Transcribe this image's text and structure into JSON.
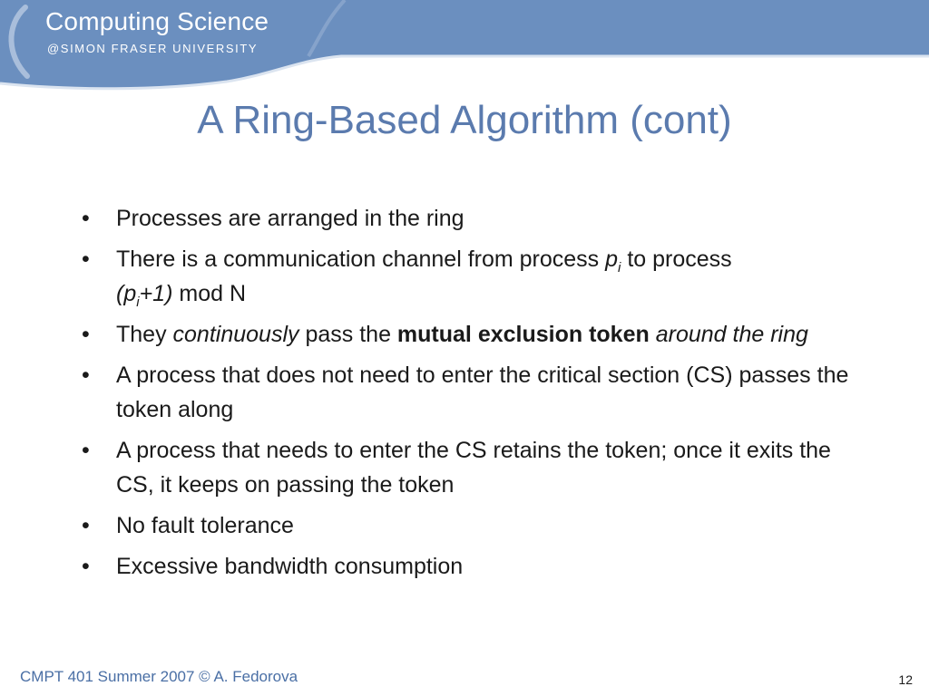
{
  "header": {
    "brand_title": "Computing Science",
    "brand_subtitle": "@SIMON FRASER UNIVERSITY",
    "banner_color": "#6b8fbf"
  },
  "slide": {
    "title": "A Ring-Based Algorithm (cont)",
    "bullet_glyph": "•",
    "b1": "Processes are arranged in the ring",
    "b2_pre": "There is a communication channel from process ",
    "b2_p": "p",
    "b2_sub": "i",
    "b2_mid": " to process ",
    "b2_paren_open": "(p",
    "b2_sub2": "i",
    "b2_paren_close": "+1)",
    "b2_end": " mod N",
    "b3_pre": "They ",
    "b3_italic": "continuously",
    "b3_mid": " pass the ",
    "b3_bold": "mutual exclusion token",
    "b3_space": " ",
    "b3_italic2": "around the ring",
    "b4": "A process that does not need to enter the critical section (CS) passes the token along",
    "b5": "A process that needs to enter the CS retains the token; once it exits the CS, it keeps on passing the token",
    "b6": "No fault tolerance",
    "b7": "Excessive bandwidth consumption"
  },
  "footer": {
    "course": "CMPT 401 Summer 2007  © A. Fedorova",
    "page_number": "12"
  }
}
